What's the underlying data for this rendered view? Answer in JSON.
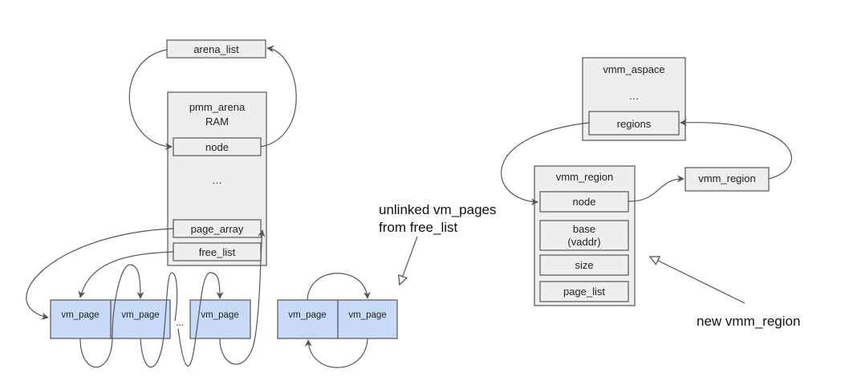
{
  "pmm": {
    "arena_list": "arena_list",
    "pmm_arena": "pmm_arena",
    "ram": "RAM",
    "node": "node",
    "ellipsis": "…",
    "page_array": "page_array",
    "free_list": "free_list"
  },
  "pages": {
    "vm_page_1": "vm_page",
    "vm_page_2": "vm_page",
    "gap": "...",
    "vm_page_3": "vm_page",
    "unlinked_1": "vm_page",
    "unlinked_2": "vm_page"
  },
  "vmm": {
    "vmm_aspace": "vmm_aspace",
    "ellipsis": "…",
    "regions": "regions",
    "vmm_region": "vmm_region",
    "node": "node",
    "base": "base",
    "vaddr": "(vaddr)",
    "size": "size",
    "page_list": "page_list",
    "vmm_region_sibling": "vmm_region"
  },
  "notes": {
    "unlinked_line1": "unlinked vm_pages",
    "unlinked_line2": "from free_list",
    "new_region": "new vmm_region"
  },
  "colors": {
    "box_fill": "#eeeeee",
    "page_fill": "#c9daf8",
    "stroke": "#555555"
  }
}
